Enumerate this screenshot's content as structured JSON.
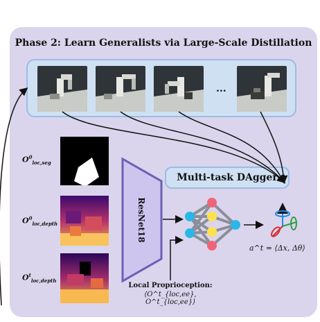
{
  "phase_title": "Phase 2: Learn Generalists via Large-Scale Distillation",
  "ellipsis": "...",
  "obs_labels": {
    "seg": {
      "main": "O",
      "sup": "0",
      "sub": "loc,seg"
    },
    "depth0": {
      "main": "O",
      "sup": "0",
      "sub": "loc,depth"
    },
    "deptht": {
      "main": "O",
      "sup": "t",
      "sub": "loc,depth"
    }
  },
  "network_label": "ResNet18",
  "dagger_label": "Multi-task DAgger",
  "action_label": "a^t = ⟨Δx, Δθ⟩",
  "proprio_title": "Local Proprioception:",
  "proprio_math": "⟨O^t_{loc,ee}, O^t_{loc,ee}⟩",
  "colors": {
    "panel": "#dad5ec",
    "strip": "#cfe0f3",
    "strip_border": "#9cbbe2",
    "resnet_fill": "#cdc5ee",
    "resnet_stroke": "#6b5fb5",
    "node_blue": "#29b7e8",
    "node_yellow": "#ffe14d",
    "node_red": "#f2637a",
    "edge": "#8a8f98"
  },
  "icons": [
    "robot-frame-icon",
    "segmentation-mask-icon",
    "depth-map-icon",
    "neural-network-icon",
    "rotation-axes-icon"
  ]
}
